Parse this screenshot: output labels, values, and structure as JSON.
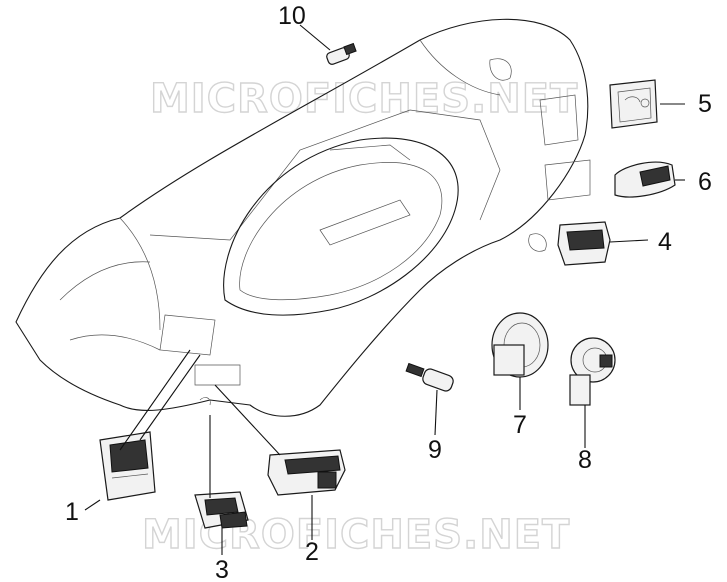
{
  "watermarks": [
    "MICROFICHES.NET",
    "MICROFICHES.NET"
  ],
  "callouts": [
    {
      "id": "1",
      "label": "1"
    },
    {
      "id": "2",
      "label": "2"
    },
    {
      "id": "3",
      "label": "3"
    },
    {
      "id": "4",
      "label": "4"
    },
    {
      "id": "5",
      "label": "5"
    },
    {
      "id": "6",
      "label": "6"
    },
    {
      "id": "7",
      "label": "7"
    },
    {
      "id": "8",
      "label": "8"
    },
    {
      "id": "9",
      "label": "9"
    },
    {
      "id": "10",
      "label": "10"
    }
  ]
}
